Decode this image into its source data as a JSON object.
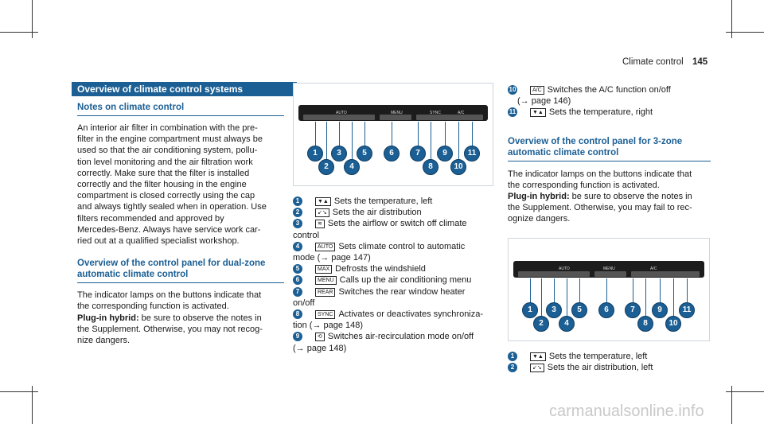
{
  "header": {
    "title": "Climate control",
    "page": "145"
  },
  "left": {
    "section_title": "Overview of climate control systems",
    "notes_heading": "Notes on climate control",
    "notes_lines": [
      "An interior air filter in combination with the pre-",
      "filter in the engine compartment must always be",
      "used so that the air conditioning system, pollu-",
      "tion level monitoring and the air filtration work",
      "correctly. Make sure that the filter is installed",
      "correctly and the filter housing in the engine",
      "compartment is closed correctly using the cap",
      "and always tightly sealed when in operation. Use",
      "filters recommended and approved by",
      "Mercedes-Benz. Always have service work car-",
      "ried out at a qualified specialist workshop."
    ],
    "dual_heading_1": "Overview of the control panel for dual-zone",
    "dual_heading_2": "automatic climate control",
    "indicator_lines": [
      "The indicator lamps on the buttons indicate that",
      "the corresponding function is activated."
    ],
    "plugin_label": "Plug-in hybrid:",
    "plugin_lines": [
      " be sure to observe the notes in",
      "the Supplement. Otherwise, you may not recog-",
      "nize dangers."
    ]
  },
  "middle": {
    "panel_labels": [
      "AUTO",
      "MENU",
      "SYNC",
      "A/C"
    ],
    "badges": [
      "1",
      "2",
      "3",
      "4",
      "5",
      "6",
      "7",
      "8",
      "9",
      "10",
      "11"
    ],
    "items": [
      {
        "num": "1",
        "icon": "▼▲",
        "line1": "Sets the temperature, left",
        "line2": ""
      },
      {
        "num": "2",
        "icon": "↙↘",
        "line1": "Sets the air distribution",
        "line2": ""
      },
      {
        "num": "3",
        "icon": "≋",
        "line1": "Sets the airflow or switch off climate",
        "line2": "control"
      },
      {
        "num": "4",
        "icon": "AUTO",
        "line1": "Sets climate control to automatic",
        "line2": "mode (→ page 147)"
      },
      {
        "num": "5",
        "icon": "MAX",
        "line1": "Defrosts the windshield",
        "line2": ""
      },
      {
        "num": "6",
        "icon": "MENU",
        "line1": "Calls up the air conditioning menu",
        "line2": ""
      },
      {
        "num": "7",
        "icon": "REAR",
        "line1": "Switches the rear window heater",
        "line2": "on/off"
      },
      {
        "num": "8",
        "icon": "SYNC",
        "line1": "Activates or deactivates synchroniza-",
        "line2": "tion (→ page 148)"
      },
      {
        "num": "9",
        "icon": "⟲",
        "line1": "Switches air-recirculation mode on/off",
        "line2": "(→ page 148)"
      }
    ]
  },
  "right": {
    "items": [
      {
        "num": "10",
        "icon": "A/C",
        "line1": "Switches the A/C function on/off",
        "line2": "(→ page 146)"
      },
      {
        "num": "11",
        "icon": "▼▲",
        "line1": "Sets the temperature, right",
        "line2": ""
      }
    ],
    "tri_heading_1": "Overview of the control panel for 3-zone",
    "tri_heading_2": "automatic climate control",
    "indicator_lines": [
      "The indicator lamps on the buttons indicate that",
      "the corresponding function is activated."
    ],
    "plugin_label": "Plug-in hybrid:",
    "plugin_lines": [
      " be sure to observe the notes in",
      "the Supplement. Otherwise, you may fail to rec-",
      "ognize dangers."
    ],
    "panel_labels": [
      "AUTO",
      "MENU",
      "A/C"
    ],
    "bottom_items": [
      {
        "num": "1",
        "icon": "▼▲",
        "line1": "Sets the temperature, left"
      },
      {
        "num": "2",
        "icon": "↙↘",
        "line1": "Sets the air distribution, left"
      }
    ]
  },
  "watermark": "carmanualsonline.info"
}
